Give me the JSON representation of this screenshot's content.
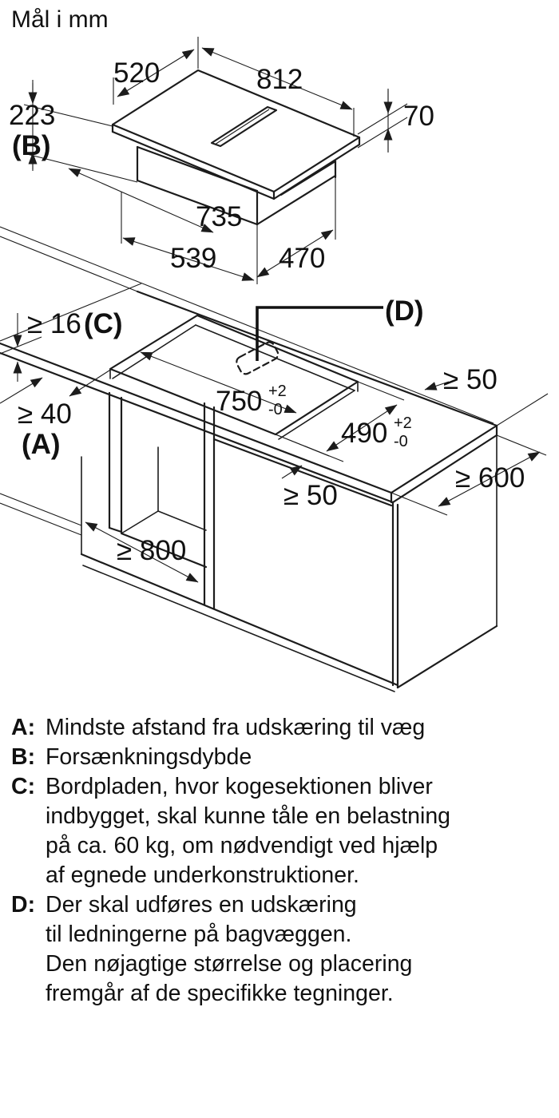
{
  "page_title": "Mål i mm",
  "hob": {
    "width": "520",
    "length": "812",
    "height": "223",
    "height_ref": "(B)",
    "thickness": "70",
    "duct_length": "735",
    "base_length": "539",
    "base_depth": "470"
  },
  "install": {
    "worktop_thickness": "≥ 16",
    "worktop_ref": "(C)",
    "wall_distance": "≥ 40",
    "wall_ref": "(A)",
    "cable_ref": "(D)",
    "cutout_length": "750",
    "cutout_width": "490",
    "tol_plus": "+2",
    "tol_minus": "-0",
    "side_clearance": "≥ 50",
    "front_clearance": "≥ 50",
    "cabinet_depth": "≥ 600",
    "cabinet_width": "≥ 800"
  },
  "legend": {
    "items": [
      {
        "key": "A:",
        "lines": [
          "Mindste afstand fra udskæring til væg"
        ]
      },
      {
        "key": "B:",
        "lines": [
          "Forsænkningsdybde"
        ]
      },
      {
        "key": "C:",
        "lines": [
          "Bordpladen, hvor kogesektionen bliver",
          "indbygget, skal kunne tåle en belastning",
          "på ca. 60 kg, om nødvendigt ved hjælp",
          "af egnede underkonstruktioner."
        ]
      },
      {
        "key": "D:",
        "lines": [
          "Der skal udføres en udskæring",
          "til ledningerne på bagvæggen.",
          "Den nøjagtige størrelse og placering",
          "fremgår af de specifikke tegninger."
        ]
      }
    ]
  }
}
